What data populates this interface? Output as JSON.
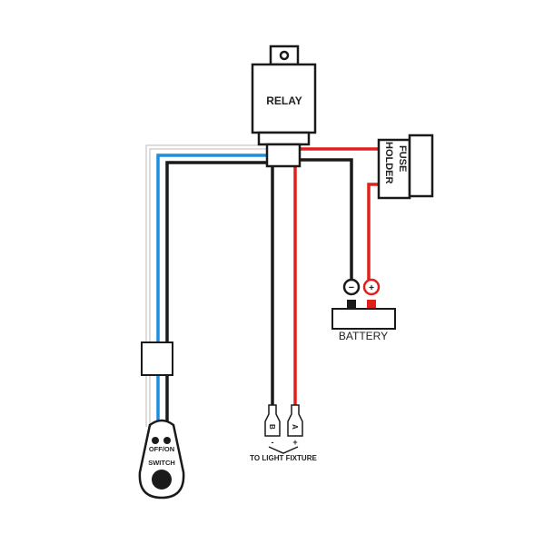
{
  "relay": {
    "label": "RELAY"
  },
  "fuse_holder": {
    "line1": "FUSE",
    "line2": "HOLDER"
  },
  "battery": {
    "label": "BATTERY",
    "neg_symbol": "−",
    "pos_symbol": "+"
  },
  "switch": {
    "state_label": "OFF/ON",
    "label": "SWITCH"
  },
  "light_fixture": {
    "label": "TO LIGHT FIXTURE",
    "terminal_b": "B",
    "terminal_a": "A",
    "neg_symbol": "-",
    "pos_symbol": "+"
  },
  "colors": {
    "red": "#e0201c",
    "blue": "#1a8fe0",
    "black": "#1a1a1a",
    "white_wire": "#cccccc"
  }
}
